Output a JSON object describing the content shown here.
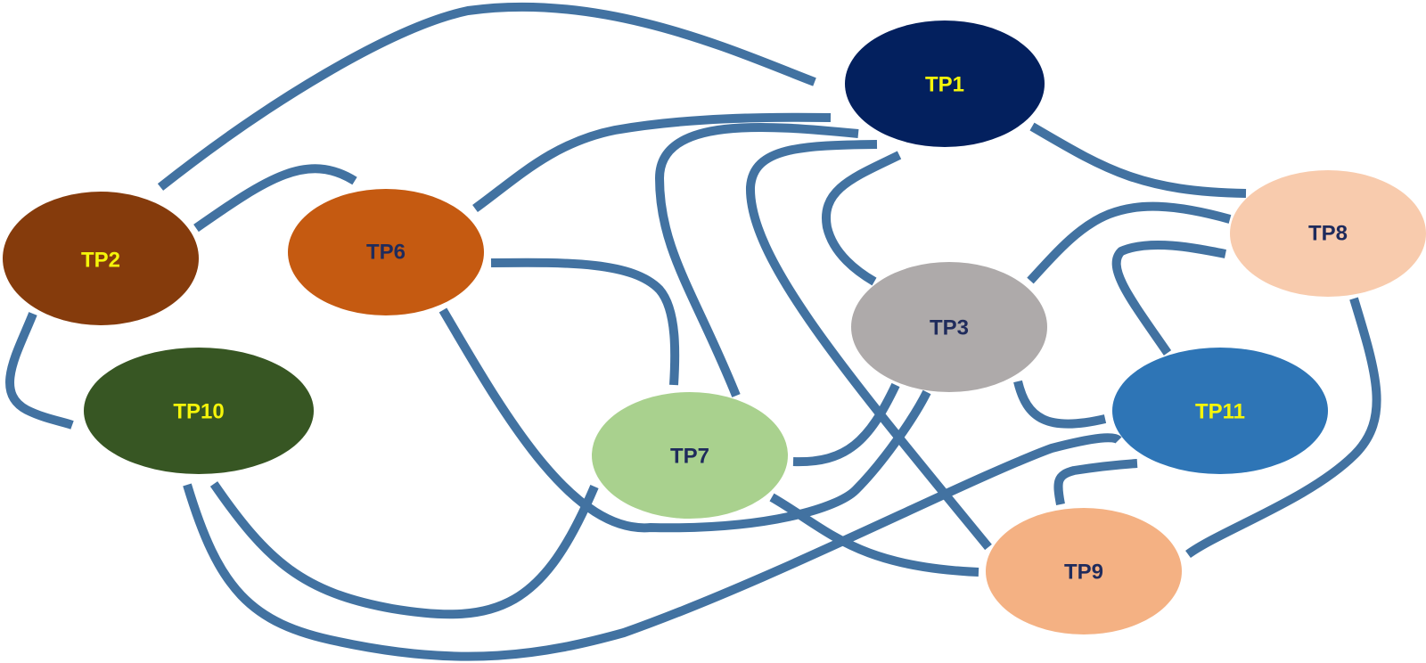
{
  "diagram": {
    "edge_color": "#4272a1",
    "nodes": [
      {
        "id": "TP1",
        "label": "TP1",
        "fill": "#03205e",
        "text_color": "#f5f50a"
      },
      {
        "id": "TP2",
        "label": "TP2",
        "fill": "#853b0c",
        "text_color": "#f5f50a"
      },
      {
        "id": "TP6",
        "label": "TP6",
        "fill": "#c55a11",
        "text_color": "#1f2b5c"
      },
      {
        "id": "TP8",
        "label": "TP8",
        "fill": "#f8cbad",
        "text_color": "#1f2b5c"
      },
      {
        "id": "TP3",
        "label": "TP3",
        "fill": "#aeaaaa",
        "text_color": "#1f2b5c"
      },
      {
        "id": "TP10",
        "label": "TP10",
        "fill": "#375623",
        "text_color": "#f5f50a"
      },
      {
        "id": "TP11",
        "label": "TP11",
        "fill": "#2e75b6",
        "text_color": "#f5f50a"
      },
      {
        "id": "TP7",
        "label": "TP7",
        "fill": "#a9d18e",
        "text_color": "#1f2b5c"
      },
      {
        "id": "TP9",
        "label": "TP9",
        "fill": "#f4b183",
        "text_color": "#1f2b5c"
      }
    ]
  }
}
